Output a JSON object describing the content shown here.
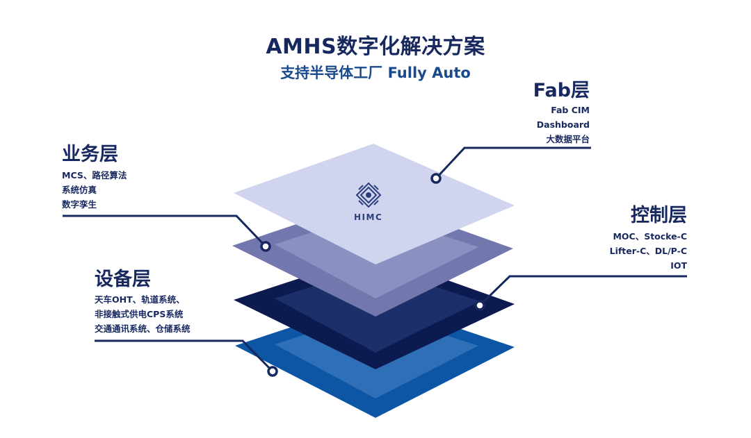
{
  "header": {
    "title": "AMHS数字化解决方案",
    "subtitle": "支持半导体工厂 Fully Auto"
  },
  "logo": {
    "text": "HIMC",
    "icon": "himc-logo-icon"
  },
  "layers": {
    "fab": {
      "title": "Fab层",
      "items": [
        "Fab CIM",
        "Dashboard",
        "大数据平台"
      ]
    },
    "business": {
      "title": "业务层",
      "items": [
        "MCS、路径算法",
        "系统仿真",
        "数字孪生"
      ]
    },
    "control": {
      "title": "控制层",
      "items": [
        "MOC、Stocke-C",
        "Lifter-C、DL/P-C",
        "IOT"
      ]
    },
    "equipment": {
      "title": "设备层",
      "items": [
        "天车OHT、轨道系统、",
        "非接触式供电CPS系统",
        "交通通讯系统、仓储系统"
      ]
    }
  },
  "colors": {
    "text": "#17285f",
    "subtitle": "#1a4a8e",
    "connector": "#17285f",
    "layer_fab": "#cfd3ec",
    "layer_business": "#7a82b4",
    "layer_control": "#0e1b52",
    "layer_equipment": "#1a5ca8"
  }
}
